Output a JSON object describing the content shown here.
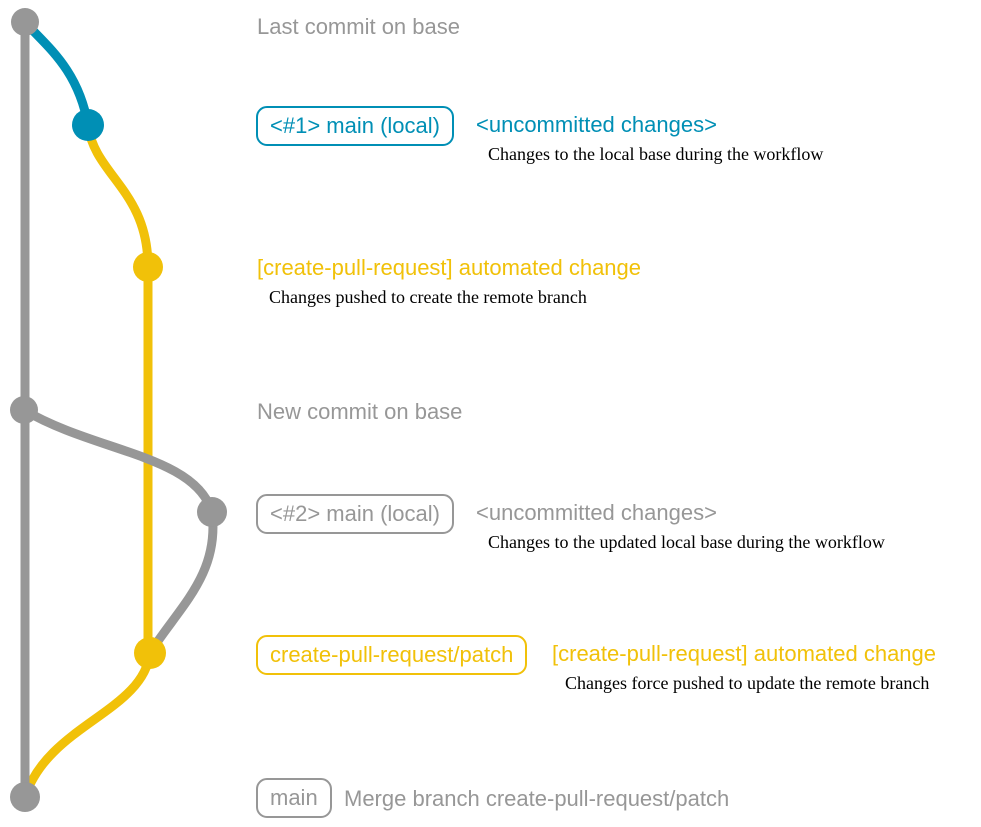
{
  "colors": {
    "base": "#979797",
    "local": "#008fb5",
    "branch": "#f1c109",
    "description": "#000000",
    "background": "#ffffff"
  },
  "rows": {
    "last_commit": {
      "title": "Last commit on base"
    },
    "uncommitted_1": {
      "badge": "<#1> main (local)",
      "message": "<uncommitted changes>",
      "description": "Changes to the local base during the workflow"
    },
    "automated_change_1": {
      "message": "[create-pull-request] automated change",
      "description": "Changes pushed to create the remote branch"
    },
    "new_commit": {
      "title": "New commit on base"
    },
    "uncommitted_2": {
      "badge": "<#2> main (local)",
      "message": "<uncommitted changes>",
      "description": "Changes to the updated local base during the workflow"
    },
    "automated_change_2": {
      "badge": "create-pull-request/patch",
      "message": "[create-pull-request] automated change",
      "description": "Changes force pushed to update the remote branch"
    },
    "merge": {
      "badge": "main",
      "message": "Merge branch create-pull-request/patch"
    }
  }
}
